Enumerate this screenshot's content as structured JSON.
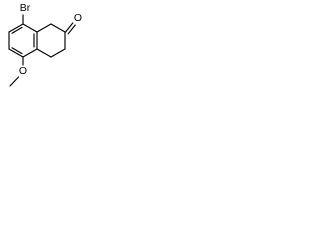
{
  "molecule": {
    "atoms": {
      "bromine": "Br",
      "ketone_oxygen": "O",
      "ether_oxygen": "O"
    }
  }
}
